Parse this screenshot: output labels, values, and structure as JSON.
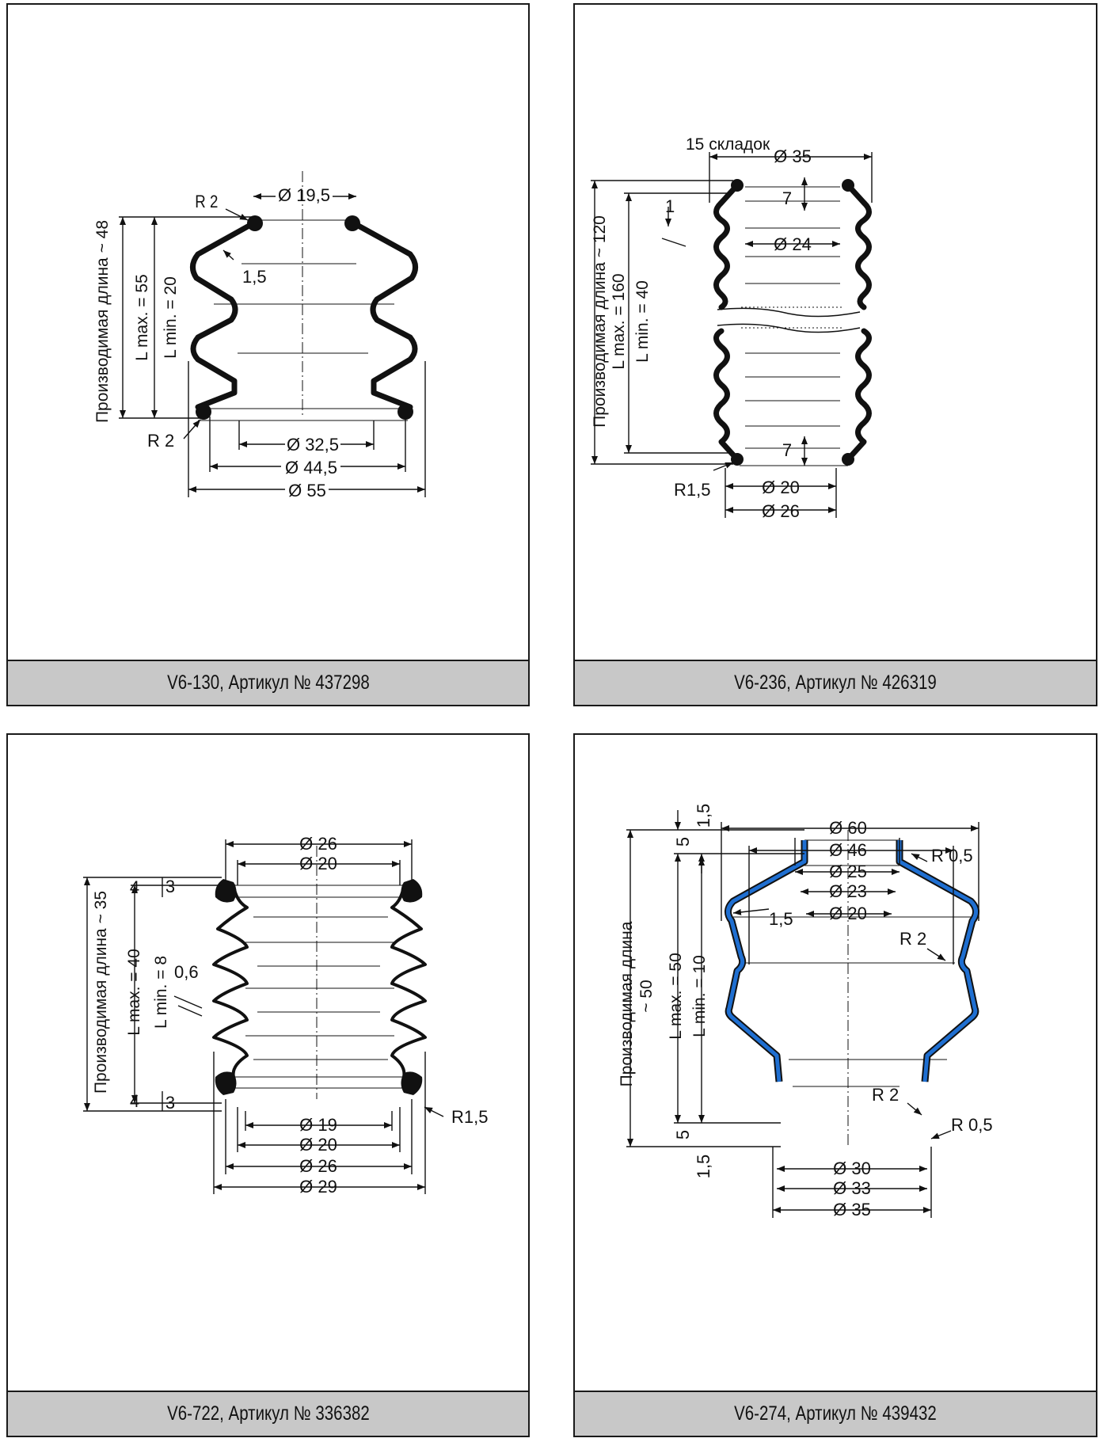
{
  "panels": [
    {
      "caption": "V6-130, Артикул № 437298",
      "labels": {
        "r_top": "R 2",
        "d_top": "Ø 19,5",
        "wall": "1,5",
        "r_bottom": "R 2",
        "d1": "Ø 32,5",
        "d2": "Ø 44,5",
        "d3": "Ø 55",
        "len_prod": "Производимая длина ~ 48",
        "lmax": "L max. = 55",
        "lmin": "L min. = 20"
      }
    },
    {
      "caption": "V6-236, Артикул № 426319",
      "labels": {
        "folds": "15 складок",
        "d_top": "Ø 35",
        "seven_top": "7",
        "one": "1",
        "d_mid": "Ø 24",
        "seven_bot": "7",
        "r": "R1,5",
        "d_bot1": "Ø 20",
        "d_bot2": "Ø 26",
        "len_prod": "Производимая длина ~ 120",
        "lmax": "L max. = 160",
        "lmin": "L min. = 40"
      }
    },
    {
      "caption": "V6-722, Артикул № 336382",
      "labels": {
        "d_top1": "Ø 26",
        "d_top2": "Ø 20",
        "four_top": "4",
        "three_top": "3",
        "wall": "0,6",
        "four_bot": "4",
        "three_bot": "3",
        "r": "R1,5",
        "d_bot1": "Ø 19",
        "d_bot2": "Ø 20",
        "d_bot3": "Ø 26",
        "d_bot4": "Ø 29",
        "len_prod": "Производимая длина ~ 35",
        "lmax": "L max. = 40",
        "lmin": "L min. = 8"
      }
    },
    {
      "caption": "V6-274, Артикул № 439432",
      "labels": {
        "d60": "Ø 60",
        "d46": "Ø 46",
        "d25": "Ø 25",
        "d23": "Ø 23",
        "d20": "Ø 20",
        "t15_top": "1,5",
        "five_top": "5",
        "r05_top": "R 0,5",
        "wall": "1,5",
        "r2_right": "R 2",
        "r2_mid": "R 2",
        "r05_bot": "R 0,5",
        "five_bot": "5",
        "t15_bot": "1,5",
        "d30": "Ø 30",
        "d33": "Ø 33",
        "d35": "Ø 35",
        "len_prod": "Производимая длина",
        "len_prod_val": "~ 50",
        "lmax": "L max. = 50",
        "lmin": "L min. = 10"
      }
    }
  ],
  "colors": {
    "line": "#111111",
    "caption_bg": "#c8c8c8",
    "blue_profile": "#1f6fd1"
  }
}
